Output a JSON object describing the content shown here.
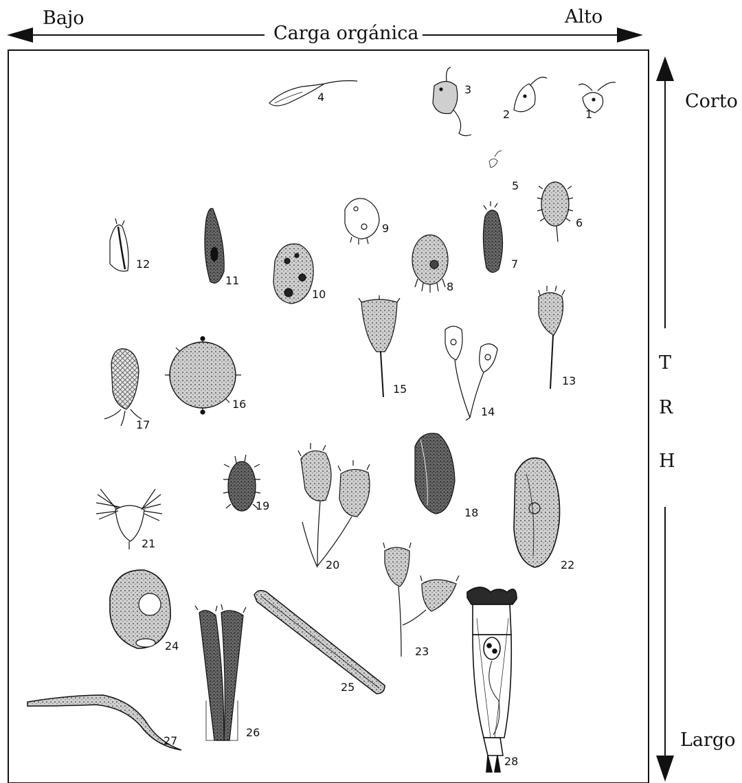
{
  "axes": {
    "top_left": "Bajo",
    "top_right": "Alto",
    "top_center": "Carga orgánica",
    "right_top": "Corto",
    "right_bottom": "Largo",
    "right_mid_letters": [
      "T",
      "R",
      "H"
    ]
  },
  "organism_labels": [
    "1",
    "2",
    "3",
    "4",
    "5",
    "6",
    "7",
    "8",
    "9",
    "10",
    "11",
    "12",
    "13",
    "14",
    "15",
    "16",
    "17",
    "18",
    "19",
    "20",
    "21",
    "22",
    "23",
    "24",
    "25",
    "26",
    "27",
    "28"
  ],
  "colors": {
    "ink": "#111111",
    "background": "#ffffff",
    "cell_fill": "#bdbdbd",
    "dark_fill": "#2a2a2a"
  }
}
